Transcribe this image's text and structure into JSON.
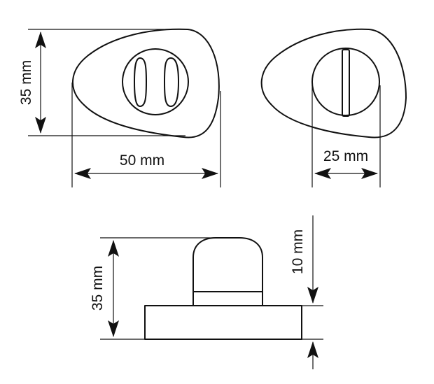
{
  "diagram": {
    "top_left_view": {
      "height_label": "35 mm",
      "width_label": "50 mm"
    },
    "top_right_view": {
      "knob_label": "25 mm"
    },
    "side_view": {
      "height_label": "35 mm",
      "base_thickness_label": "10 mm"
    },
    "colors": {
      "line": "#111111",
      "background": "#ffffff"
    }
  }
}
